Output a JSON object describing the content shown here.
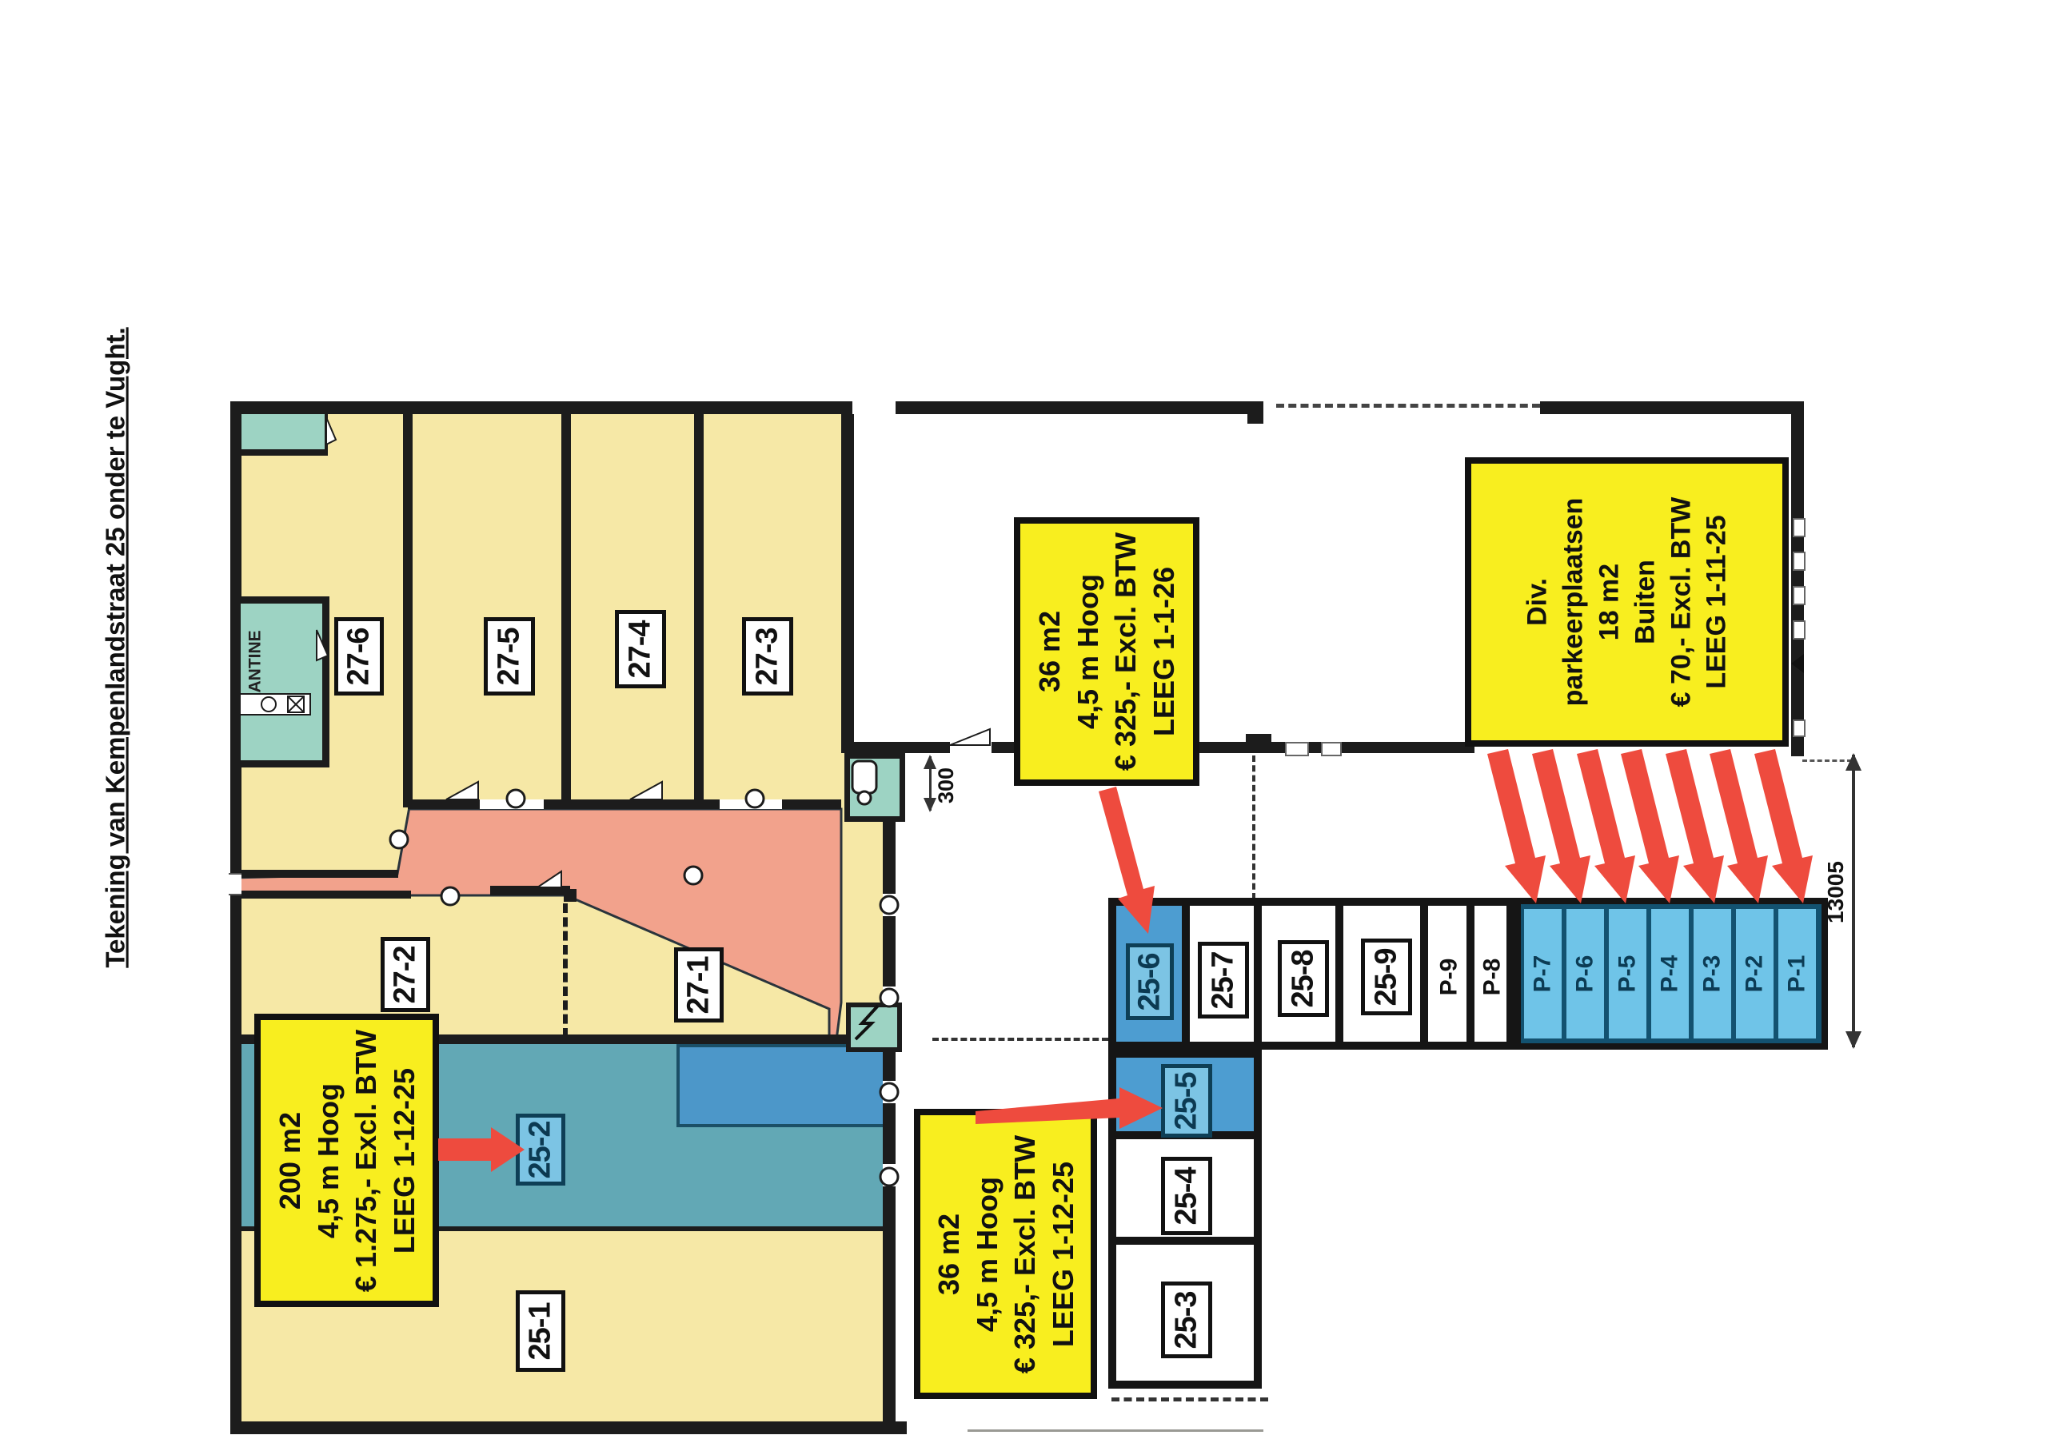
{
  "title": "Tekening van Kempenlandstraat 25 onder te Vught.",
  "rooms": {
    "kantine": "KANTINE",
    "r276": "27-6",
    "r275": "27-5",
    "r274": "27-4",
    "r273": "27-3",
    "r272": "27-2",
    "r271": "27-1",
    "r252": "25-2",
    "r251": "25-1"
  },
  "units": {
    "u256": "25-6",
    "u257": "25-7",
    "u258": "25-8",
    "u259": "25-9",
    "p9": "P-9",
    "p8": "P-8",
    "u255": "25-5",
    "u254": "25-4",
    "u253": "25-3"
  },
  "parking": {
    "stalls": [
      "P-7",
      "P-6",
      "P-5",
      "P-4",
      "P-3",
      "P-2",
      "P-1"
    ]
  },
  "info_boxes": {
    "left": [
      "200 m2",
      "4,5 m Hoog",
      "€ 1.275,- Excl. BTW",
      "LEEG 1-12-25"
    ],
    "middle": [
      "36 m2",
      "4,5 m Hoog",
      "€ 325,- Excl. BTW",
      "LEEG 1-1-26"
    ],
    "bottom": [
      "36 m2",
      "4,5 m Hoog",
      "€ 325,- Excl. BTW",
      "LEEG 1-12-25"
    ],
    "right": [
      "Div.",
      "parkeerplaatsen",
      "18 m2",
      "Buiten",
      "€ 70,- Excl. BTW",
      "LEEG 1-11-25"
    ]
  },
  "dimensions": {
    "corridor": "300",
    "site": "13005"
  },
  "colors": {
    "hall_yellow": "#f6e8a6",
    "corridor_salmon": "#f2a28c",
    "room_teal": "#9dd3c3",
    "area_teal": "#62a8b5",
    "unit_blue": "#4d9dd1",
    "label_blue": "#7cc4e4",
    "parking_navy": "#135270",
    "stall_blue": "#6fc4e8",
    "info_yellow": "#f8ee1f",
    "arrow_red": "#ee4b3e",
    "wall_black": "#1c1c1c"
  }
}
